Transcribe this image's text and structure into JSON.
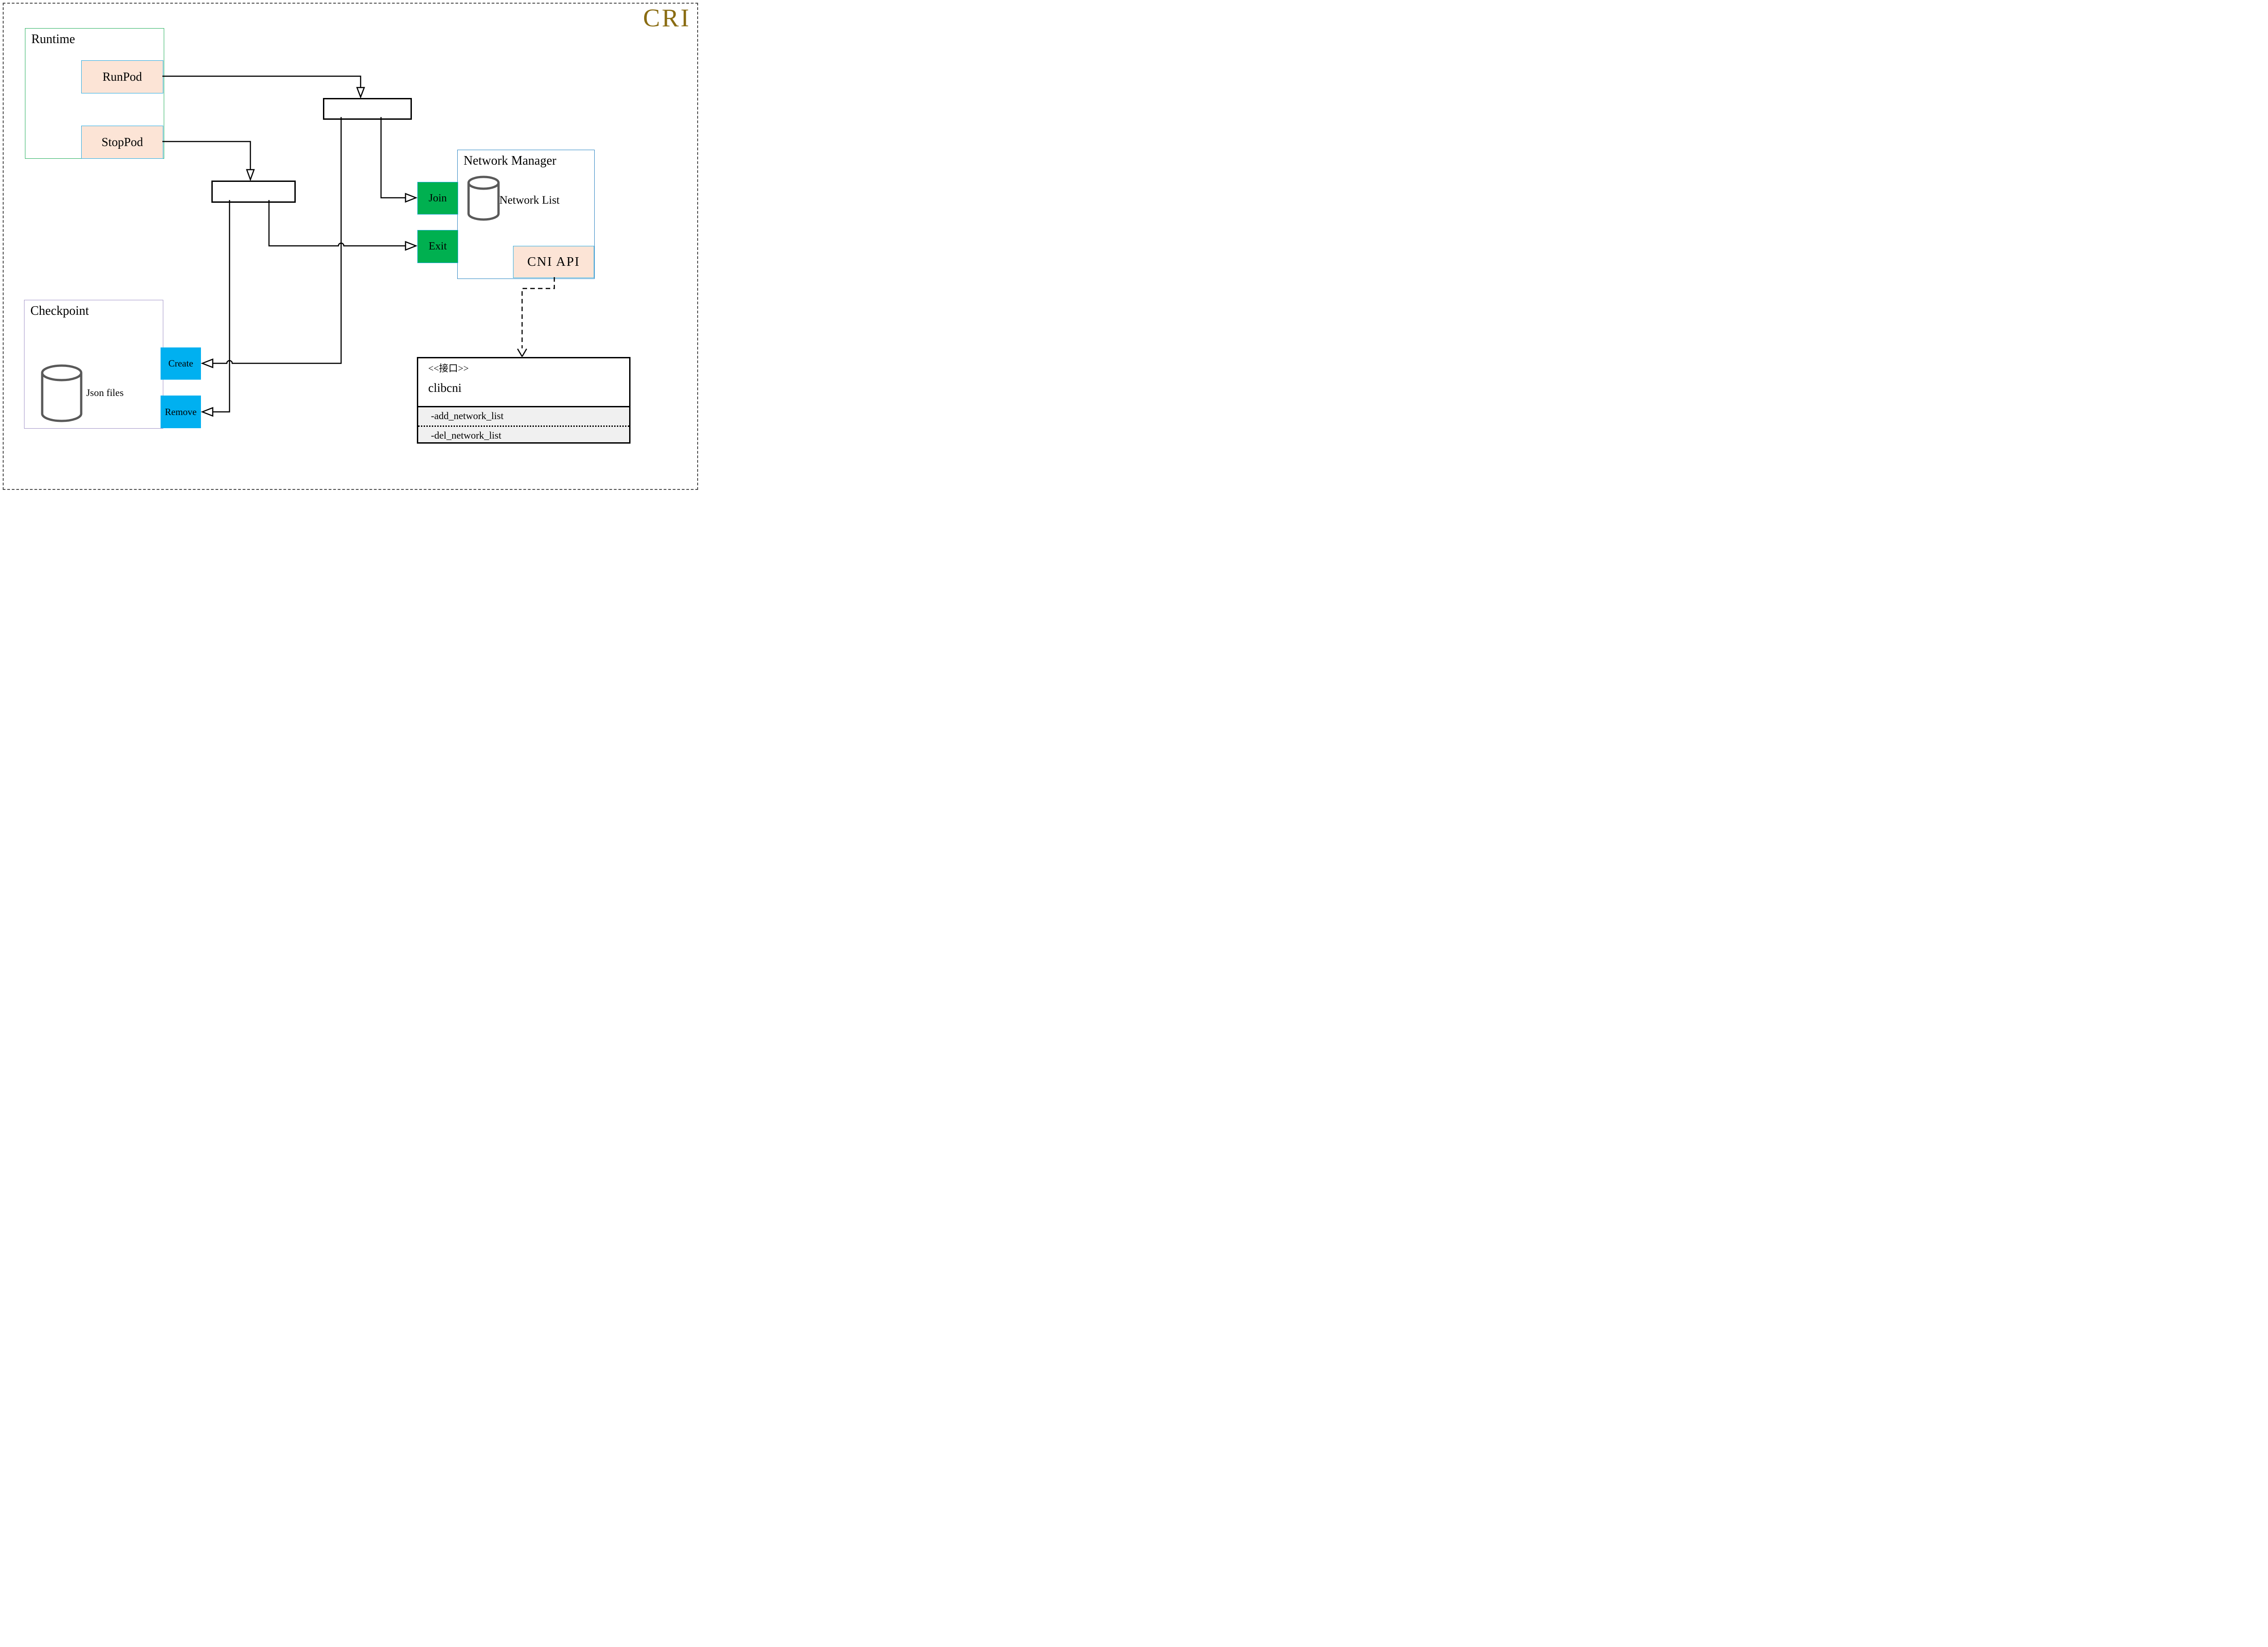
{
  "page": {
    "badge": "CRI"
  },
  "runtime": {
    "label": "Runtime",
    "runpod_label": "RunPod",
    "stoppod_label": "StopPod"
  },
  "network_manager": {
    "label": "Network Manager",
    "network_list_label": "Network List",
    "cni_api_label": "CNI API",
    "join_label": "Join",
    "exit_label": "Exit"
  },
  "checkpoint": {
    "label": "Checkpoint",
    "json_files_label": "Json files",
    "create_label": "Create",
    "remove_label": "Remove"
  },
  "clibcni": {
    "stereotype": "<<接口>>",
    "name": "clibcni",
    "attributes": [
      "-add_network_list",
      "-del_network_list"
    ]
  },
  "colors": {
    "cri_gold": "#8a6c12",
    "runtime_border_green": "#27b05e",
    "network_manager_border_blue": "#2e86c4",
    "checkpoint_border_purple": "#a294c7",
    "peach_fill": "#fce4d6",
    "cyan_border": "#29abe2",
    "cyan_fill": "#00b0f0",
    "green_fill": "#00b050",
    "cylinder_gray": "#595959",
    "uml_section_gray": "#f0f0f0"
  }
}
